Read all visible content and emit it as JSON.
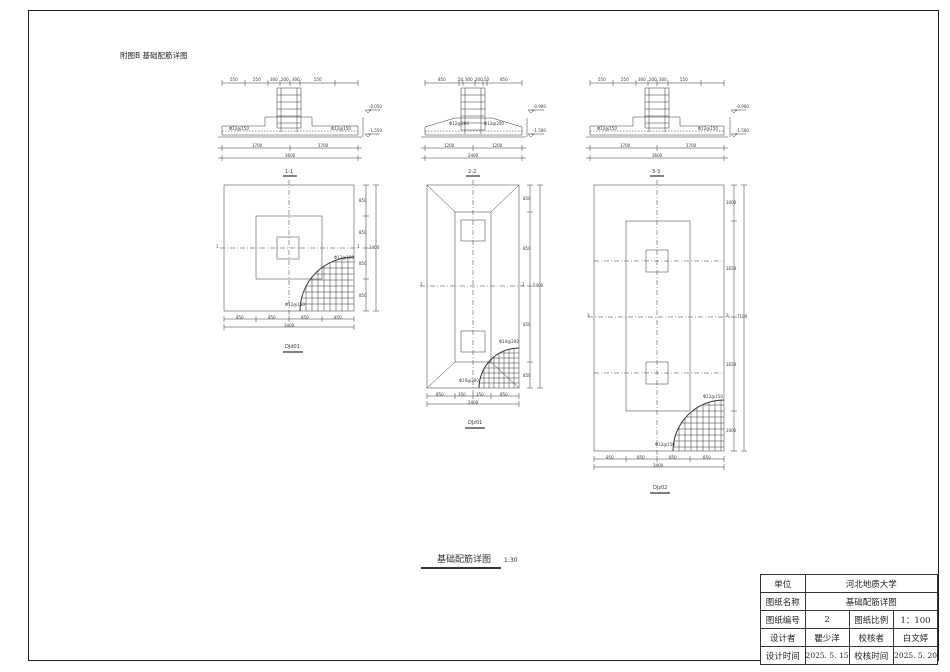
{
  "sheet_heading": "附图B  基础配筋详图",
  "main_title": "基础配筋详图",
  "main_scale": "1:30",
  "sections": [
    {
      "title": "1-1",
      "dims_top": [
        "550",
        "550",
        "300",
        "200",
        "300",
        "550"
      ],
      "dims_bottom": [
        "1700",
        "1700"
      ],
      "total": "3600",
      "elev_top": "-0.050",
      "elev_bottom": "-1.550",
      "rebar_left": "Φ12@150",
      "rebar_right": "Φ12@150"
    },
    {
      "title": "2-2",
      "dims_top": [
        "850",
        "50",
        "300",
        "200",
        "50",
        "850"
      ],
      "dims_bottom": [
        "1200",
        "1200"
      ],
      "total": "2400",
      "elev_top": "-0.900",
      "elev_bottom": "-1.500",
      "rebar_left": "Φ12@200",
      "rebar_right": "Φ12@200"
    },
    {
      "title": "3-3",
      "dims_top": [
        "550",
        "550",
        "300",
        "200",
        "300",
        "550"
      ],
      "dims_bottom": [
        "1700",
        "1700"
      ],
      "total": "3600",
      "elev_top": "-0.900",
      "elev_bottom": "-1.500",
      "rebar_left": "Φ12@150",
      "rebar_right": "Φ12@150"
    }
  ],
  "plans": [
    {
      "label": "DJd01",
      "cut_mark": "1",
      "dims_bottom": [
        "850",
        "850",
        "850",
        "850"
      ],
      "total_bottom": "3400",
      "dims_right": [
        "850",
        "850",
        "850",
        "850"
      ],
      "total_right": "3400",
      "rebar_1": "Φ12@150",
      "rebar_2": "Φ12@150"
    },
    {
      "label": "DJz01",
      "cut_mark": "2",
      "dims_bottom": [
        "850",
        "350",
        "350",
        "850"
      ],
      "total_bottom": "2400",
      "dims_right": [
        "850",
        "850",
        "850",
        "850"
      ],
      "total_right": "5400",
      "rebar_1": "Φ10@200",
      "rebar_2": "Φ10@200"
    },
    {
      "label": "DJz02",
      "cut_mark": "3",
      "dims_bottom": [
        "850",
        "850",
        "850",
        "850"
      ],
      "total_bottom": "3400",
      "dims_right": [
        "1000",
        "1650",
        "1650",
        "1000"
      ],
      "total_right": "7100",
      "rebar_1": "Φ12@150",
      "rebar_2": "Φ12@150"
    }
  ],
  "title_block": {
    "unit_label": "单位",
    "unit_value": "河北地质大学",
    "name_label": "图纸名称",
    "name_value": "基础配筋详图",
    "number_label": "图纸编号",
    "number_value": "2",
    "scale_label": "图纸比例",
    "scale_value": "1：100",
    "designer_label": "设计者",
    "designer_value": "瞿少洋",
    "checker_label": "校核者",
    "checker_value": "白文婷",
    "design_time_label": "设计时间",
    "design_time_value": "2025. 5. 15",
    "check_time_label": "校核时间",
    "check_time_value": "2025. 5. 20"
  }
}
